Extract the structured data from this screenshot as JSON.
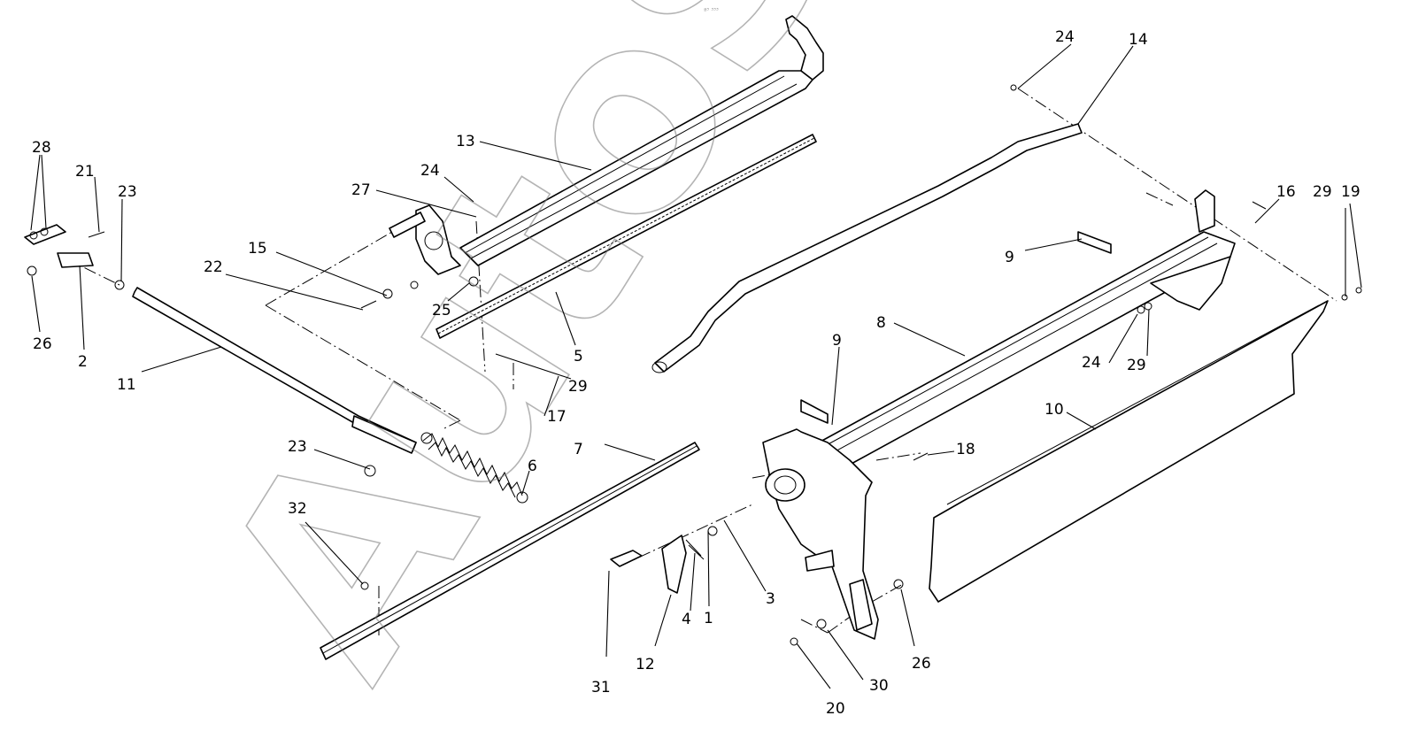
{
  "watermark": {
    "text": "AutoSoft"
  },
  "corner_mark": "ª³ ³³³",
  "callouts": [
    {
      "id": "c1",
      "label": "1"
    },
    {
      "id": "c2",
      "label": "2"
    },
    {
      "id": "c3",
      "label": "3"
    },
    {
      "id": "c4",
      "label": "4"
    },
    {
      "id": "c5",
      "label": "5"
    },
    {
      "id": "c6",
      "label": "6"
    },
    {
      "id": "c7",
      "label": "7"
    },
    {
      "id": "c8",
      "label": "8"
    },
    {
      "id": "c9a",
      "label": "9"
    },
    {
      "id": "c9b",
      "label": "9"
    },
    {
      "id": "c10",
      "label": "10"
    },
    {
      "id": "c11",
      "label": "11"
    },
    {
      "id": "c12",
      "label": "12"
    },
    {
      "id": "c13",
      "label": "13"
    },
    {
      "id": "c14",
      "label": "14"
    },
    {
      "id": "c15",
      "label": "15"
    },
    {
      "id": "c16",
      "label": "16"
    },
    {
      "id": "c17",
      "label": "17"
    },
    {
      "id": "c18",
      "label": "18"
    },
    {
      "id": "c19",
      "label": "19"
    },
    {
      "id": "c20",
      "label": "20"
    },
    {
      "id": "c21",
      "label": "21"
    },
    {
      "id": "c22",
      "label": "22"
    },
    {
      "id": "c23a",
      "label": "23"
    },
    {
      "id": "c23b",
      "label": "23"
    },
    {
      "id": "c24a",
      "label": "24"
    },
    {
      "id": "c24b",
      "label": "24"
    },
    {
      "id": "c24c",
      "label": "24"
    },
    {
      "id": "c25",
      "label": "25"
    },
    {
      "id": "c26a",
      "label": "26"
    },
    {
      "id": "c26b",
      "label": "26"
    },
    {
      "id": "c27",
      "label": "27"
    },
    {
      "id": "c28",
      "label": "28"
    },
    {
      "id": "c29a",
      "label": "29"
    },
    {
      "id": "c29b",
      "label": "29"
    },
    {
      "id": "c29c",
      "label": "29"
    },
    {
      "id": "c30",
      "label": "30"
    },
    {
      "id": "c31",
      "label": "31"
    },
    {
      "id": "c32",
      "label": "32"
    }
  ]
}
